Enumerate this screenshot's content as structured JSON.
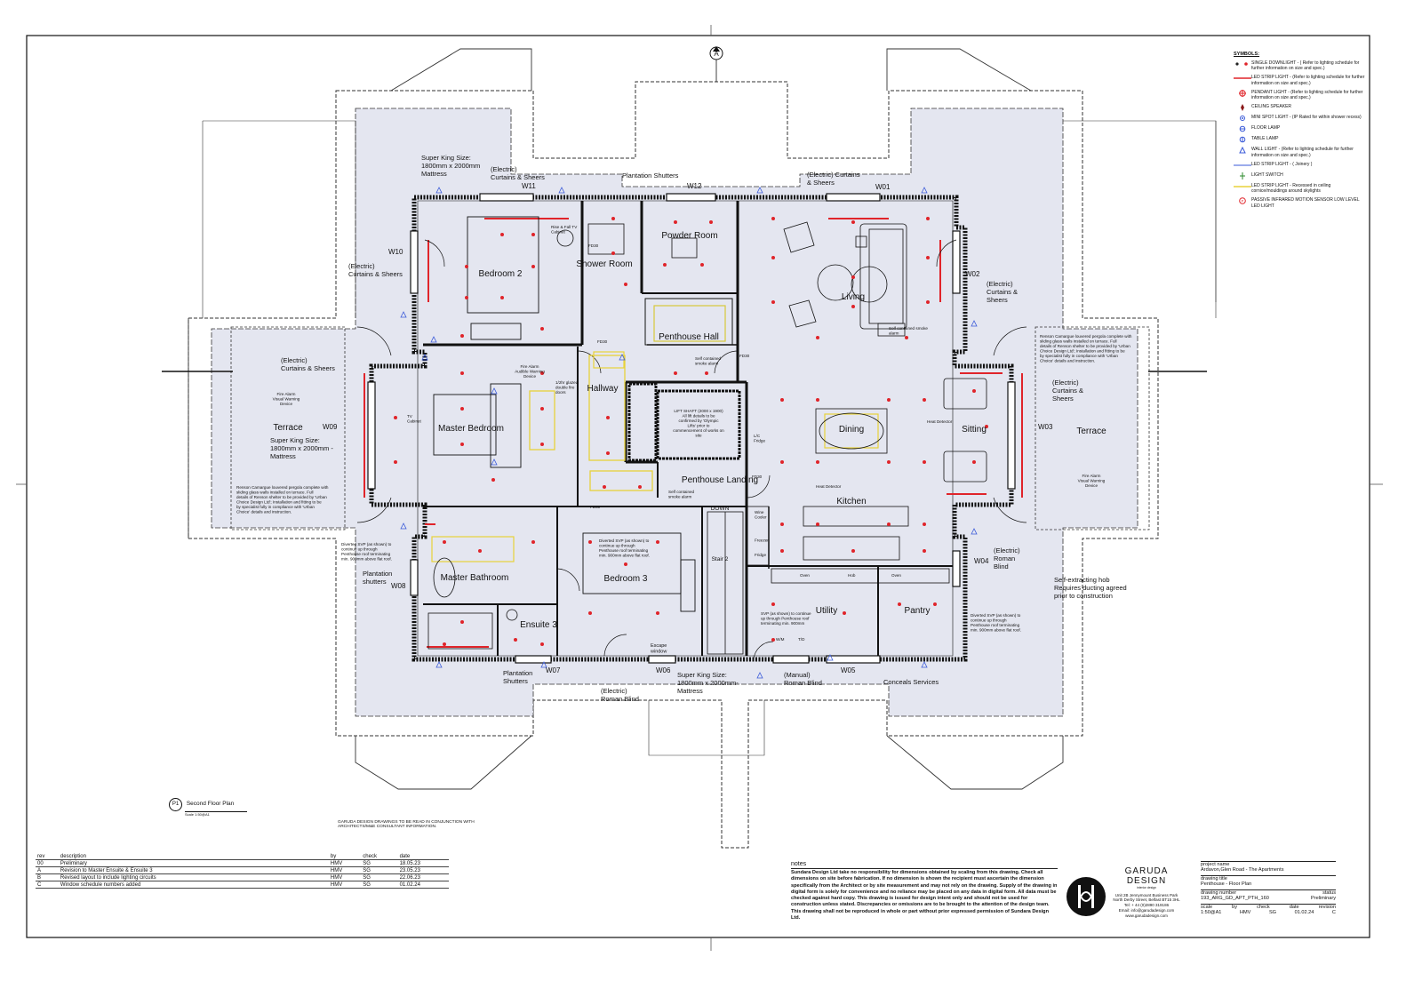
{
  "north_marker": "A",
  "legend": {
    "heading": "SYMBOLS:",
    "items": [
      {
        "icon": "downlight-icon",
        "label": "SINGLE DOWNLIGHT - ( Refer to lighting schedule for further information on size and spec.)"
      },
      {
        "icon": "led-strip-icon",
        "label": "LED STRIP LIGHT - (Refer to lighting schedule for further information on size and spec.)"
      },
      {
        "icon": "pendant-icon",
        "label": "PENDANT LIGHT - (Refer to lighting schedule for further information on size and spec.)"
      },
      {
        "icon": "speaker-icon",
        "label": "CEILING SPEAKER"
      },
      {
        "icon": "mini-spot-icon",
        "label": "MINI SPOT LIGHT - (IP Rated for within shower recess)"
      },
      {
        "icon": "floor-lamp-icon",
        "label": "FLOOR LAMP"
      },
      {
        "icon": "table-lamp-icon",
        "label": "TABLE LAMP"
      },
      {
        "icon": "wall-light-icon",
        "label": "WALL LIGHT - (Refer to lighting schedule for further information on size and spec.)"
      },
      {
        "icon": "led-joinery-icon",
        "label": "LED STRIP LIGHT - ( Joinery )"
      },
      {
        "icon": "light-switch-icon",
        "label": "LIGHT SWITCH"
      },
      {
        "icon": "led-recessed-icon",
        "label": "LED STRIP LIGHT - Recessed in ceiling cornice/mouldings around skylights"
      },
      {
        "icon": "pir-sensor-icon",
        "label": "PASSIVE INFRARED MOTION SENSOR LOW LEVEL LED LIGHT"
      }
    ]
  },
  "colors": {
    "led": "#e0242a",
    "dot": "#e0242a",
    "blue": "#3a5ad8",
    "yellow": "#e8d23a",
    "terrace": "#e4e4f0"
  },
  "rooms": {
    "bedroom2": "Bedroom 2",
    "shower": "Shower Room",
    "powder": "Powder Room",
    "hall": "Penthouse Hall",
    "living": "Living",
    "master": "Master Bedroom",
    "hallway": "Hallway",
    "landing": "Penthouse Landing",
    "dining": "Dining",
    "sitting": "Sitting",
    "kitchen": "Kitchen",
    "master_bath": "Master Bathroom",
    "ensuite3": "Ensuite 3",
    "bedroom3": "Bedroom 3",
    "utility": "Utility",
    "pantry": "Pantry",
    "terrace_left": "Terrace",
    "terrace_right": "Terrace",
    "stair": "Stair 2",
    "down": "DOWN"
  },
  "windows": [
    "W01",
    "W02",
    "W03",
    "W04",
    "W05",
    "W06",
    "W07",
    "W08",
    "W09",
    "W10",
    "W11",
    "W12"
  ],
  "annotations": {
    "super_king_top": "Super King Size: 1800mm x 2000mm Mattress",
    "curtains_w11": "(Electric) Curtains & Sheers",
    "plantation_top": "Plantation Shutters",
    "curtains_w01": "(Electric) Curtains & Sheers",
    "curtains_w10": "(Electric) Curtains & Sheers",
    "curtains_w02": "(Electric) Curtains & Sheers",
    "curtains_w09": "(Electric) Curtains & Sheers",
    "curtains_w03": "(Electric) Curtains & Sheers",
    "super_king_master": "Super King Size: 1800mm x 2000mm - Mattress",
    "renson_left": "Renson Camargue louvered pergola complete with sliding glass walls installed on terrace. Full details of Renson shelter to be provided by 'Urban Choice Design Ltd'; Installation and fitting to be by specialist fully in compliance with 'Urban Choice' details and instruction.",
    "renson_right": "Renson Camargue louvered pergola complete with sliding glass walls installed on terrace. Full details of Renson shelter to be provided by 'Urban Choice Design Ltd'; Installation and fitting to be by specialist fully in compliance with 'Urban Choice' details and instruction.",
    "fire_alarm_left": "Fire Alarm Visual Warning Device",
    "fire_alarm_right": "Fire Alarm Visual Warning Device",
    "fire_alarm_audible": "Fire Alarm Audible Warning Device",
    "plantation_w08": "Plantation shutters",
    "roman_w04": "(Electric) Roman Blind",
    "hob_note": "Self-extracting hob Requires ducting agreed prior to construction",
    "plantation_w07": "Plantation Shutters",
    "roman_electric_bottom": "(Electric) Roman Blind",
    "super_king_bottom": "Super King Size: 1800mm x 2000mm- Mattress",
    "roman_manual": "(Manual) Roman Blind",
    "conceals": "Conceals Services",
    "escape": "Escape window",
    "lift": "LIFT SHAFT (2000 x 1900) All lift details to be confirmed by 'Olympic Lifts' prior to commencement of works on site",
    "smoke_hall": "Self contained smoke alarm",
    "smoke_landing": "Self contained smoke alarm",
    "smoke_living": "Self contained smoke alarm",
    "heat_detector": "Heat Detector",
    "heat_detector_kitchen": "Heat Detector",
    "svp_left": "Diverted SVP (as shown) to continue up through Penthouse roof terminating min. 900mm above flat roof.",
    "svp_mid": "Diverted SVP (as shown) to continue up through Penthouse roof terminating min. 900mm above flat roof.",
    "svp_util": "SVP (as shown) to continue up through Penthouse roof terminating min. 900mm",
    "svp_right": "Diverted SVP (as shown) to continue up through Penthouse roof terminating min. 900mm above flat roof.",
    "wine": "Wine Cooler",
    "freezer": "Freezer",
    "fridge": "Fridge",
    "oven1": "Oven",
    "hob": "Hob",
    "oven2": "Oven",
    "wm": "W/M",
    "td": "T/D",
    "rise_fall": "Rise & Fall TV Cabinet",
    "tv_cabinet": "TV Cabinet",
    "double_doors": "1/2hr glazed double fire doors",
    "fd30a": "FD30",
    "fd30b": "FD30",
    "fd30c": "FD30",
    "fd30d": "FD30",
    "fd30e": "FD30",
    "fridge2": "L/C Fridge"
  },
  "plan_title": {
    "tag": "P1",
    "title": "Second Floor Plan",
    "scale": "Scale 1:50@A1"
  },
  "footnote": "GARUDA DESIGN DRAWINGS TO BE READ IN CONJUNCTION WITH ARCHITECTS/M&E CONSULTANT INFORMATION.",
  "revisions": {
    "headers": [
      "rev",
      "description",
      "by",
      "check",
      "date"
    ],
    "rows": [
      [
        "00",
        "Preliminary",
        "HMV",
        "SG",
        "18.05.23"
      ],
      [
        "A",
        "Revision to Master Ensuite & Ensuite 3",
        "HMV",
        "SG",
        "23.05.23"
      ],
      [
        "B",
        "Revised layout to include lighting circuits",
        "HMV",
        "SG",
        "22.06.23"
      ],
      [
        "C",
        "Window schedule numbers added",
        "HMV",
        "SG",
        "01.02.24"
      ]
    ]
  },
  "notes": {
    "heading": "notes",
    "text": "Sundara Design Ltd take no responsibility for dimensions obtained by scaling from this drawing. Check all dimensions on site before fabrication. If no dimension is shown the recipient must ascertain the dimension specifically from the Architect or by site measurement and may not rely on the drawing. Supply of the drawing in digital form is solely for convenience and no reliance may be placed on any data in digital form. All data must be checked against hard copy. This drawing is issued for design intent only and should not be used for construction unless stated. Discrepancies or omissions are to be brought to the attention of the design team. This drawing shall not be reproduced in whole or part without prior expressed permission of Sundara Design Ltd."
  },
  "company": {
    "name_line1": "GARUDA",
    "name_line2": "DESIGN",
    "tagline": "interior design",
    "address": "Unit 2B Jennymount Business Park North Derby Street, Belfast BT15 3HL",
    "tel": "Tel: + 44 (0)2890 319186",
    "email": "Email: info@garudadesign.com",
    "web": "www.garudadesign.com"
  },
  "title_block": {
    "project_label": "project name",
    "project": "Ardavon,Glen Road - The Apartments",
    "drawing_title_label": "drawing title",
    "drawing_title": "Penthouse - Floor Plan",
    "drawing_number_label": "drawing number",
    "status_label": "status",
    "drawing_number": "193_ARG_GD_APT_PTH_160",
    "status": "Preliminary",
    "scale_label": "scale",
    "by_label": "by",
    "check_label": "check",
    "date_label": "date",
    "revision_label": "revision",
    "scale": "1:50@A1",
    "by": "HMV",
    "check": "SG",
    "date": "01.02.24",
    "revision": "C"
  }
}
